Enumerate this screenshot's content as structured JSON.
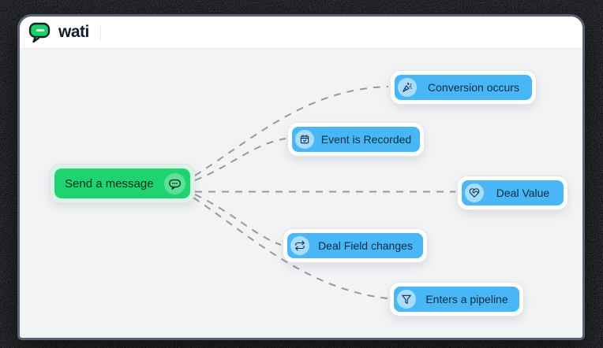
{
  "brand": {
    "name": "wati",
    "logo_icon": "chat-bubble-icon"
  },
  "colors": {
    "source_node": "#1fd470",
    "target_node": "#49b7f6",
    "node_text": "#0e2b45",
    "connector": "#97999e",
    "canvas_bg": "#f2f3f5",
    "header_bg": "#ffffff",
    "outer_bg": "#0c0d10",
    "window_border": "#5a6176"
  },
  "flow": {
    "source": {
      "id": "send-message",
      "label": "Send a message",
      "icon": "chat-bubble-icon"
    },
    "targets": [
      {
        "id": "conversion-occurs",
        "label": "Conversion occurs",
        "icon": "party-popper-icon"
      },
      {
        "id": "event-recorded",
        "label": "Event is Recorded",
        "icon": "calendar-check-icon"
      },
      {
        "id": "deal-value",
        "label": "Deal Value",
        "icon": "heart-handshake-icon"
      },
      {
        "id": "deal-field-changes",
        "label": "Deal Field changes",
        "icon": "repeat-icon"
      },
      {
        "id": "enters-pipeline",
        "label": "Enters a pipeline",
        "icon": "funnel-icon"
      }
    ],
    "connector_style": "dashed"
  }
}
